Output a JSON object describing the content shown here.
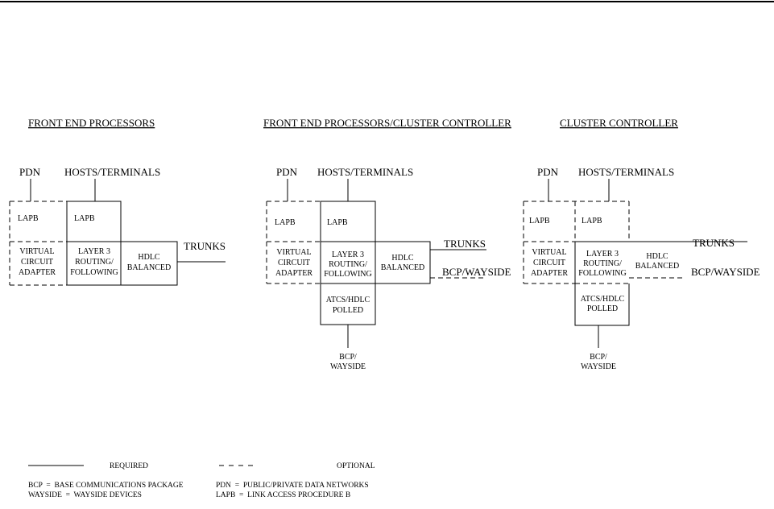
{
  "titles": {
    "fep": "FRONT END PROCESSORS",
    "fepcc": "FRONT END PROCESSORS/CLUSTER CONTROLLER",
    "cc": "CLUSTER CONTROLLER"
  },
  "labels": {
    "pdn": "PDN",
    "hosts": "HOSTS/TERMINALS",
    "lapb": "LAPB",
    "vca": [
      "VIRTUAL",
      "CIRCUIT",
      "ADAPTER"
    ],
    "l3": [
      "LAYER 3",
      "ROUTING/",
      "FOLLOWING"
    ],
    "l3_alt": [
      "LAYER 3",
      "ROUTING/",
      "FOLLOWING"
    ],
    "hdlc": [
      "HDLC",
      "BALANCED"
    ],
    "trunks": "TRUNKS",
    "bcp_wayside": "BCP/WAYSIDE",
    "atcs": [
      "ATCS/HDLC",
      "POLLED"
    ],
    "bcp_bottom": [
      "BCP/",
      "WAYSIDE"
    ]
  },
  "legend": {
    "required": "REQUIRED",
    "optional": "OPTIONAL",
    "bcp_def": "BCP  =  BASE COMMUNICATIONS PACKAGE",
    "wayside_def": "WAYSIDE  =  WAYSIDE DEVICES",
    "pdn_def": "PDN  =  PUBLIC/PRIVATE DATA NETWORKS",
    "lapb_def": "LAPB  =  LINK ACCESS PROCEDURE B"
  }
}
